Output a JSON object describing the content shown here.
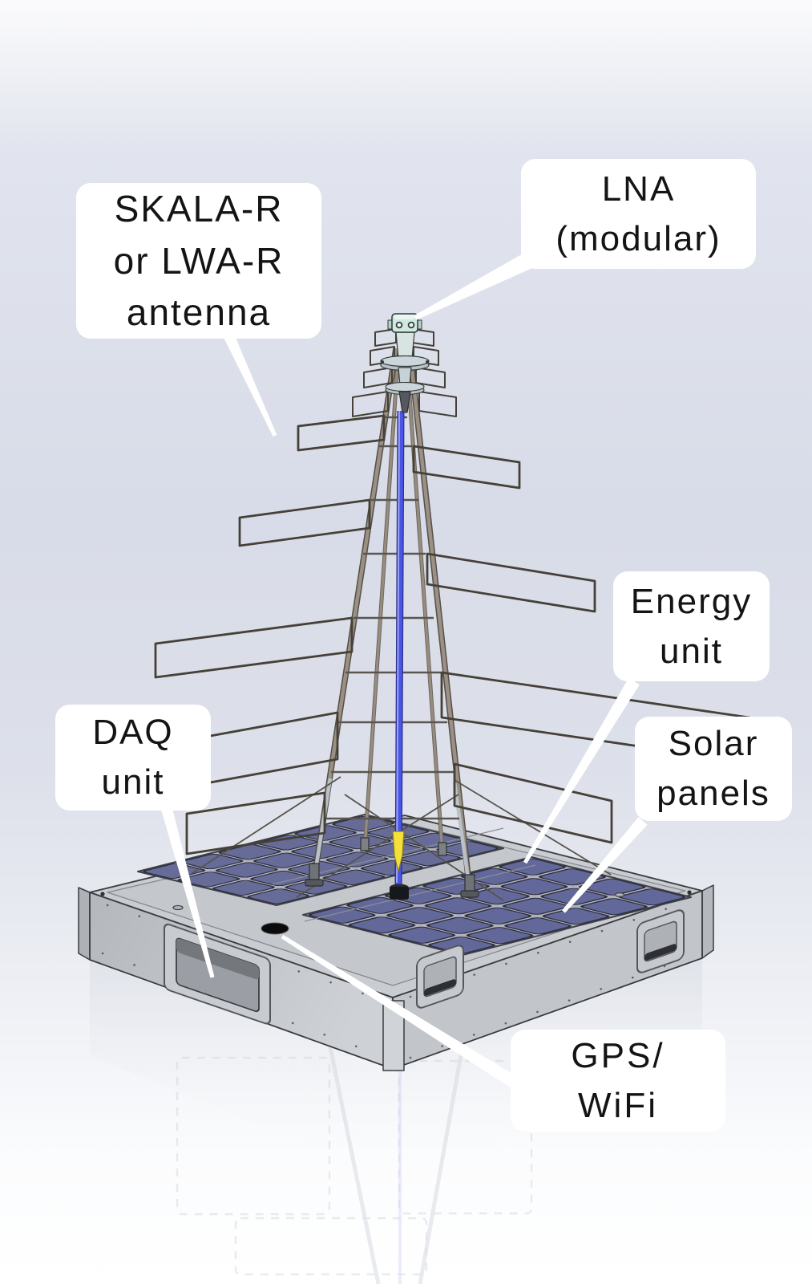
{
  "figure": {
    "title": "Labeled CAD rendering of a portable antenna station",
    "type": "annotated-3d-diagram"
  },
  "labels": {
    "antenna": {
      "text": "SKALA-R\nor LWA-R\nantenna",
      "points_to": "log-periodic antenna structure"
    },
    "lna": {
      "text": "LNA\n(modular)",
      "points_to": "amplifier box at antenna apex"
    },
    "energy": {
      "text": "Energy\nunit",
      "points_to": "deck area between solar arrays"
    },
    "solar": {
      "text": "Solar\npanels",
      "points_to": "right solar array"
    },
    "daq": {
      "text": "DAQ\nunit",
      "points_to": "recessed bay on left face of case"
    },
    "gps": {
      "text": "GPS/\nWiFi",
      "points_to": "round port on deck"
    }
  },
  "components": {
    "antenna_mast": "tapered log-periodic antenna with wire loop elements",
    "center_pole": "blue coaxial feed pole with yellow sleeve and black base",
    "lna_box": "mint-green modular LNA housing",
    "base_case": "grey flight-case platform with two solar arrays",
    "reflection": "faint mirror reflection below the case"
  },
  "colors": {
    "background_mid": "#d8dce8",
    "label_bg": "#ffffff",
    "label_text": "#141414",
    "leader_line": "#ffffff",
    "solar_cell": "#666b98",
    "solar_grid": "#2c2e3e",
    "case_grey": "#c6c9cd",
    "pole_blue": "#4a55e6",
    "pole_sleeve_yellow": "#f3e13a",
    "pole_base_black": "#17181b",
    "lna_teal": "#cfe9e1",
    "boom_tan": "#9b9083",
    "wire_dark": "#454138"
  }
}
